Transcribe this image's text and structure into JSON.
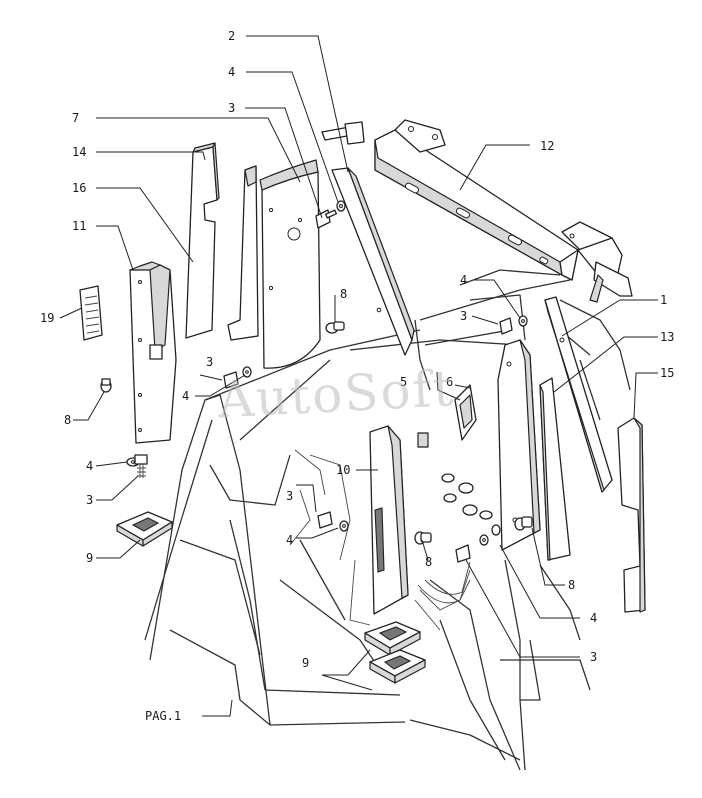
{
  "callouts": {
    "c2": "2",
    "c4a": "4",
    "c3a": "3",
    "c7": "7",
    "c14": "14",
    "c16": "16",
    "c11": "11",
    "c19": "19",
    "c8a": "8",
    "c4b": "4",
    "c3b": "3",
    "c9a": "9",
    "c12": "12",
    "c4c": "4",
    "c3c": "3",
    "c1": "1",
    "c13": "13",
    "c15": "15",
    "c8b": "8",
    "c3d": "3",
    "c4d": "4",
    "c6": "6",
    "c5": "5",
    "c10": "10",
    "c3e": "3",
    "c4e": "4",
    "c8c": "8",
    "c8d": "8",
    "c4f": "4",
    "c3f": "3",
    "c9b": "9",
    "pag": "PAG.1"
  },
  "watermark": "AutoSoft"
}
